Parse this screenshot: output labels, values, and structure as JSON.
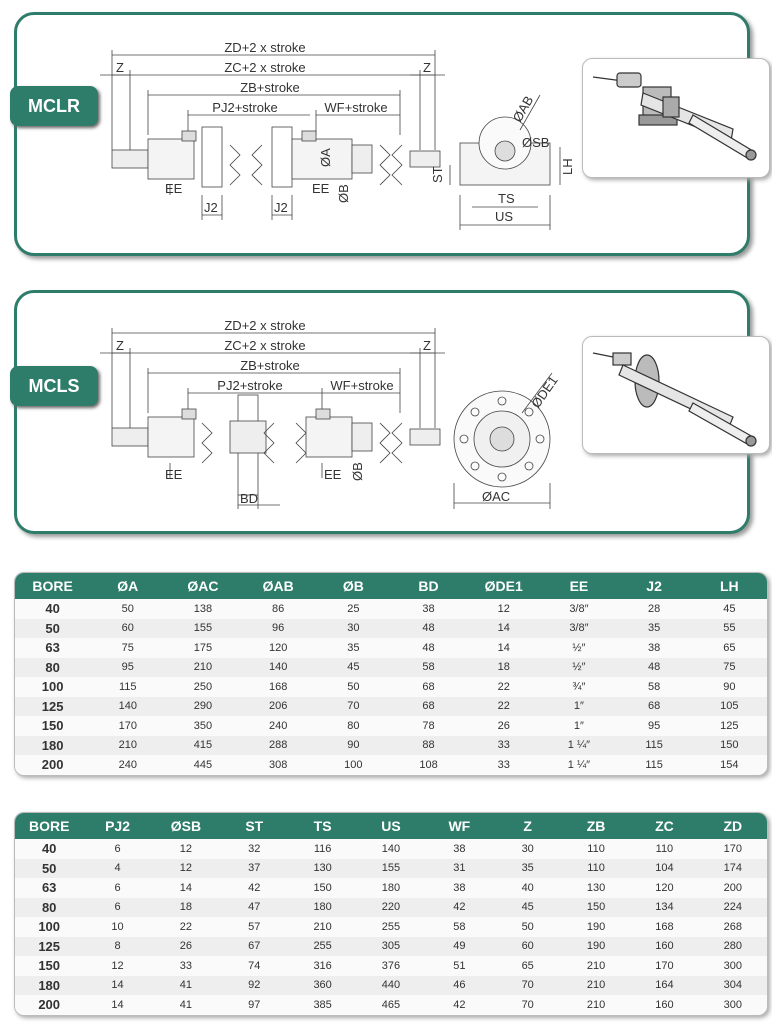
{
  "mclr": {
    "tag": "MCLR",
    "dims": {
      "zd": "ZD+2 x stroke",
      "zc": "ZC+2 x stroke",
      "zb": "ZB+stroke",
      "pj2": "PJ2+stroke",
      "wf": "WF+stroke",
      "z_left": "Z",
      "z_right": "Z",
      "ee": "EE",
      "ee2": "EE",
      "j2a": "J2",
      "j2b": "J2",
      "a": "ØA",
      "b": "ØB",
      "ab": "ØAB",
      "sb": "ØSB",
      "st": "ST",
      "lh": "LH",
      "ts": "TS",
      "us": "US"
    }
  },
  "mcls": {
    "tag": "MCLS",
    "dims": {
      "zd": "ZD+2 x stroke",
      "zc": "ZC+2 x stroke",
      "zb": "ZB+stroke",
      "pj2": "PJ2+stroke",
      "wf": "WF+stroke",
      "z_left": "Z",
      "z_right": "Z",
      "ee": "EE",
      "ee2": "EE",
      "bd": "BD",
      "b": "ØB",
      "de1": "ØDE1",
      "ac": "ØAC"
    }
  },
  "table1": {
    "headers": [
      "BORE",
      "ØA",
      "ØAC",
      "ØAB",
      "ØB",
      "BD",
      "ØDE1",
      "EE",
      "J2",
      "LH"
    ],
    "rows": [
      [
        "40",
        "50",
        "138",
        "86",
        "25",
        "38",
        "12",
        "3/8″",
        "28",
        "45"
      ],
      [
        "50",
        "60",
        "155",
        "96",
        "30",
        "48",
        "14",
        "3/8″",
        "35",
        "55"
      ],
      [
        "63",
        "75",
        "175",
        "120",
        "35",
        "48",
        "14",
        "½″",
        "38",
        "65"
      ],
      [
        "80",
        "95",
        "210",
        "140",
        "45",
        "58",
        "18",
        "½″",
        "48",
        "75"
      ],
      [
        "100",
        "115",
        "250",
        "168",
        "50",
        "68",
        "22",
        "¾″",
        "58",
        "90"
      ],
      [
        "125",
        "140",
        "290",
        "206",
        "70",
        "68",
        "22",
        "1″",
        "68",
        "105"
      ],
      [
        "150",
        "170",
        "350",
        "240",
        "80",
        "78",
        "26",
        "1″",
        "95",
        "125"
      ],
      [
        "180",
        "210",
        "415",
        "288",
        "90",
        "88",
        "33",
        "1 ¼″",
        "115",
        "150"
      ],
      [
        "200",
        "240",
        "445",
        "308",
        "100",
        "108",
        "33",
        "1 ¼″",
        "115",
        "154"
      ]
    ]
  },
  "table2": {
    "headers": [
      "BORE",
      "PJ2",
      "ØSB",
      "ST",
      "TS",
      "US",
      "WF",
      "Z",
      "ZB",
      "ZC",
      "ZD"
    ],
    "rows": [
      [
        "40",
        "6",
        "12",
        "32",
        "116",
        "140",
        "38",
        "30",
        "110",
        "110",
        "170"
      ],
      [
        "50",
        "4",
        "12",
        "37",
        "130",
        "155",
        "31",
        "35",
        "110",
        "104",
        "174"
      ],
      [
        "63",
        "6",
        "14",
        "42",
        "150",
        "180",
        "38",
        "40",
        "130",
        "120",
        "200"
      ],
      [
        "80",
        "6",
        "18",
        "47",
        "180",
        "220",
        "42",
        "45",
        "150",
        "134",
        "224"
      ],
      [
        "100",
        "10",
        "22",
        "57",
        "210",
        "255",
        "58",
        "50",
        "190",
        "168",
        "268"
      ],
      [
        "125",
        "8",
        "26",
        "67",
        "255",
        "305",
        "49",
        "60",
        "190",
        "160",
        "280"
      ],
      [
        "150",
        "12",
        "33",
        "74",
        "316",
        "376",
        "51",
        "65",
        "210",
        "170",
        "300"
      ],
      [
        "180",
        "14",
        "41",
        "92",
        "360",
        "440",
        "46",
        "70",
        "210",
        "164",
        "304"
      ],
      [
        "200",
        "14",
        "41",
        "97",
        "385",
        "465",
        "42",
        "70",
        "210",
        "160",
        "300"
      ]
    ]
  }
}
